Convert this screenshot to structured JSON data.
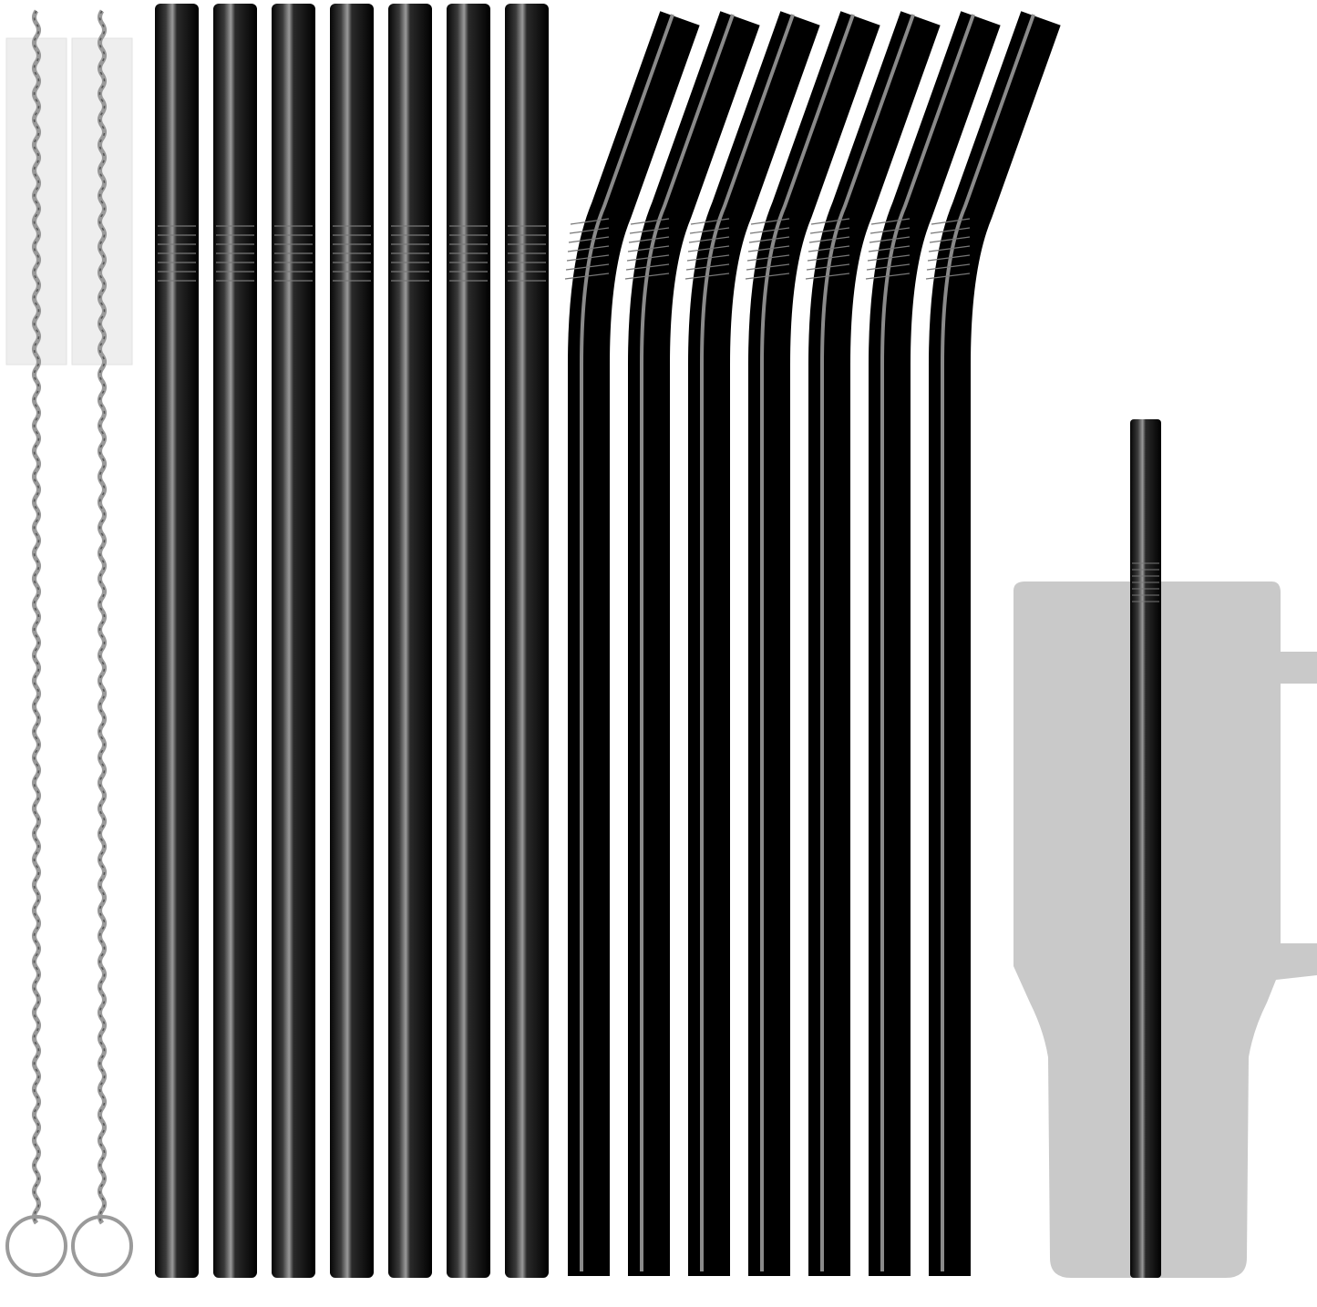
{
  "product": {
    "brush_count": 2,
    "straight_straw_count": 7,
    "bent_straw_count": 7,
    "colors": {
      "straw": "#1a1a1a",
      "straw_highlight": "#8a8a8a",
      "cup": "#c9c9c9",
      "brush_wire": "#9a9a9a",
      "bristles": "#eeeeee",
      "background": "#ffffff"
    },
    "icons": [
      "cleaning-brush",
      "straight-straw",
      "bent-straw",
      "tumbler-cup"
    ]
  }
}
